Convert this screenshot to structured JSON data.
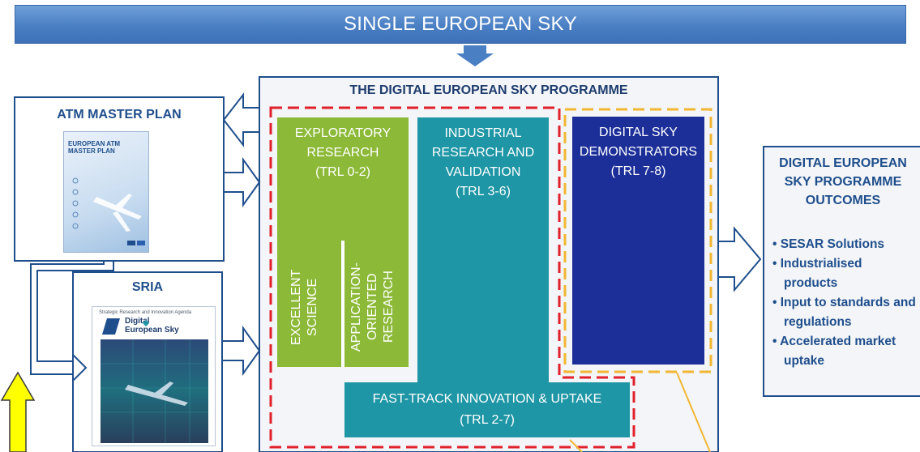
{
  "banner": {
    "title": "SINGLE EUROPEAN SKY"
  },
  "programme": {
    "title": "THE DIGITAL EUROPEAN SKY PROGRAMME"
  },
  "atm_master_plan": {
    "title": "ATM MASTER PLAN",
    "cover_title": "EUROPEAN ATM\nMASTER PLAN"
  },
  "sria": {
    "title": "SRIA",
    "cover_caption": "Strategic Research and Innovation Agenda",
    "cover_brand": "Digital\nEuropean Sky"
  },
  "exploratory": {
    "heading": "EXPLORATORY\nRESEARCH\n(TRL 0-2)",
    "excellent_science": "EXCELLENT\nSCIENCE",
    "application_oriented": "APPLICATION-\nORIENTED\nRESEARCH"
  },
  "industrial": {
    "heading": "INDUSTRIAL\nRESEARCH AND\nVALIDATION\n(TRL 3-6)"
  },
  "fast_track": {
    "label": "FAST-TRACK INNOVATION & UPTAKE\n(TRL 2-7)"
  },
  "demonstrators": {
    "heading": "DIGITAL SKY\nDEMONSTRATORS\n(TRL 7-8)"
  },
  "outcomes": {
    "title": "DIGITAL EUROPEAN\nSKY PROGRAMME\nOUTCOMES",
    "items": [
      "SESAR Solutions",
      "Industrialised products",
      "Input to standards and regulations",
      "Accelerated market uptake"
    ]
  },
  "colors": {
    "banner": "#4a7fc4",
    "exploratory": "#8cba38",
    "industrial": "#1e96a6",
    "demonstrators": "#1c2f98",
    "outline": "#1f4e8c",
    "dashed_red": "#e0202a",
    "dashed_amber": "#f2b632",
    "highlight_arrow": "#ffff00"
  }
}
